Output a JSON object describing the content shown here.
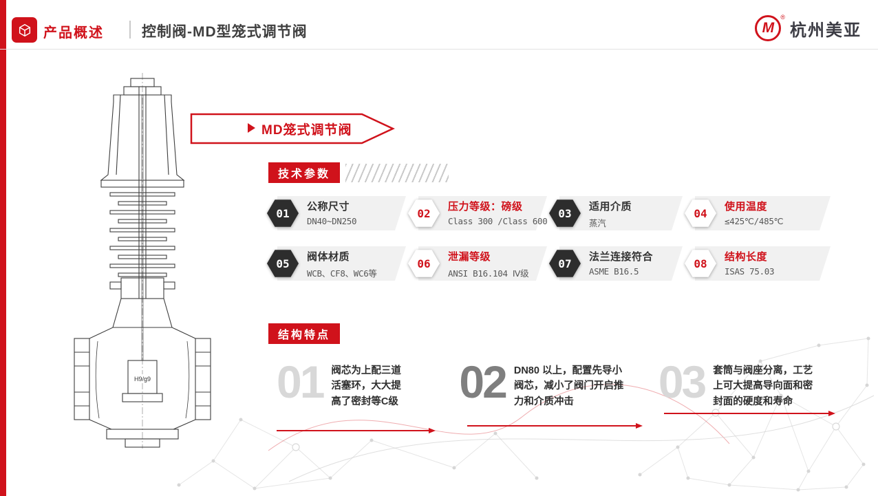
{
  "colors": {
    "accent": "#d0121b",
    "dark": "#333333",
    "block": "#f1f1f1"
  },
  "header": {
    "section_label": "产品概述",
    "title": "控制阀-MD型笼式调节阀",
    "brand_mark": "M",
    "registered_mark": "®",
    "brand_name": "杭州美亚"
  },
  "ribbon": {
    "label": "MD笼式调节阀"
  },
  "tech_params": {
    "heading": "技术参数",
    "items": [
      {
        "num": "01",
        "title": "公称尺寸",
        "value": "DN40~DN250"
      },
      {
        "num": "02",
        "title": "压力等级：磅级",
        "value": "Class 300 /Class 600"
      },
      {
        "num": "03",
        "title": "适用介质",
        "value": "蒸汽"
      },
      {
        "num": "04",
        "title": "使用温度",
        "value": "≤425℃/485℃"
      },
      {
        "num": "05",
        "title": "阀体材质",
        "value": "WCB、CF8、WC6等"
      },
      {
        "num": "06",
        "title": "泄漏等级",
        "value": "ANSI B16.104 Ⅳ级"
      },
      {
        "num": "07",
        "title": "法兰连接符合",
        "value": "ASME B16.5"
      },
      {
        "num": "08",
        "title": "结构长度",
        "value": "ISAS 75.03"
      }
    ]
  },
  "features": {
    "heading": "结构特点",
    "items": [
      {
        "num": "01",
        "text": "阀芯为上配三道活塞环，大大提高了密封等C级"
      },
      {
        "num": "02",
        "text": "DN80 以上，配置先导小阀芯，减小了阀门开启推力和介质冲击"
      },
      {
        "num": "03",
        "text": "套筒与阀座分离，工艺上可大提高导向面和密封面的硬度和寿命"
      }
    ]
  },
  "drawing": {
    "fit_label": "H9/g9"
  }
}
